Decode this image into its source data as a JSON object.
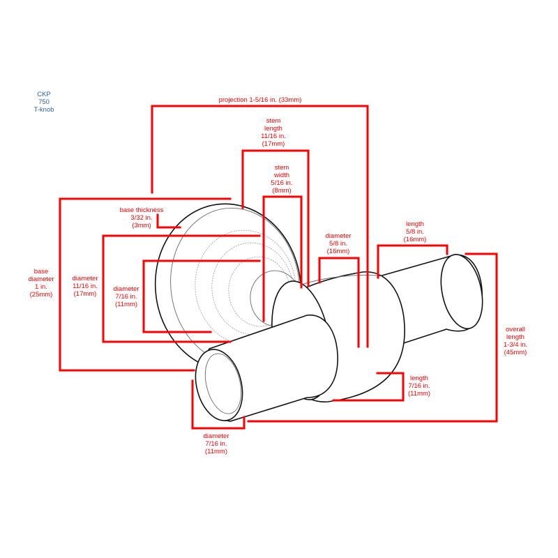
{
  "product": {
    "line1": "CKP",
    "line2": "750",
    "line3": "T-knob",
    "color": "#2e5fa8"
  },
  "dimension_color": "#ff0000",
  "dimensions": {
    "projection": {
      "line1": "projection 1-5/16 in. (33mm)"
    },
    "stem_length": {
      "line1": "stem",
      "line2": "length",
      "line3": "11/16 in.",
      "line4": "(17mm)"
    },
    "stem_width": {
      "line1": "stem",
      "line2": "width",
      "line3": "5/16 in.",
      "line4": "(8mm)"
    },
    "base_thickness": {
      "line1": "base thickness",
      "line2": "3/32 in.",
      "line3": "(3mm)"
    },
    "base_diameter": {
      "line1": "base",
      "line2": "diameter",
      "line3": "1 in.",
      "line4": "(25mm)"
    },
    "stem_diameter_outer": {
      "line1": "diameter",
      "line2": "11/16 in.",
      "line3": "(17mm)"
    },
    "stem_diameter_inner": {
      "line1": "diameter",
      "line2": "7/16 in.",
      "line3": "(11mm)"
    },
    "hub_diameter": {
      "line1": "diameter",
      "line2": "5/8 in.",
      "line3": "(16mm)"
    },
    "end_length": {
      "line1": "length",
      "line2": "5/8 in.",
      "line3": "(16mm)"
    },
    "overall_length": {
      "line1": "overall",
      "line2": "length",
      "line3": "1-3/4 in.",
      "line4": "(45mm)"
    },
    "hub_length": {
      "line1": "length",
      "line2": "7/16 in.",
      "line3": "(11mm)"
    },
    "bar_diameter": {
      "line1": "diameter",
      "line2": "7/16 in.",
      "line3": "(11mm)"
    }
  }
}
